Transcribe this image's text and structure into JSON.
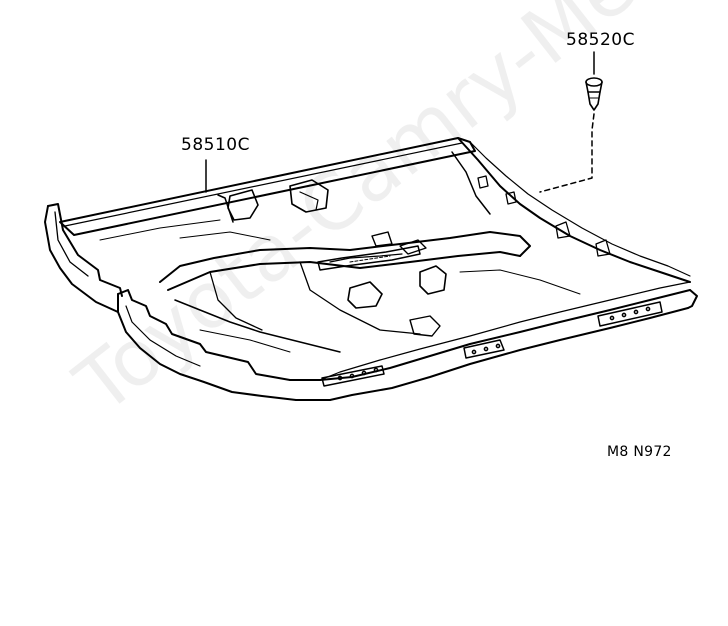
{
  "parts": {
    "carpet_part_number": "58510C",
    "clip_part_number": "58520C"
  },
  "figure_code": "M8 N972",
  "watermark": "Toyota-Camry-Mee.ru",
  "colors": {
    "ink": "#000000",
    "background": "#ffffff"
  },
  "icons": [
    "floor-carpet-drawing",
    "carpet-clip-drawing"
  ]
}
